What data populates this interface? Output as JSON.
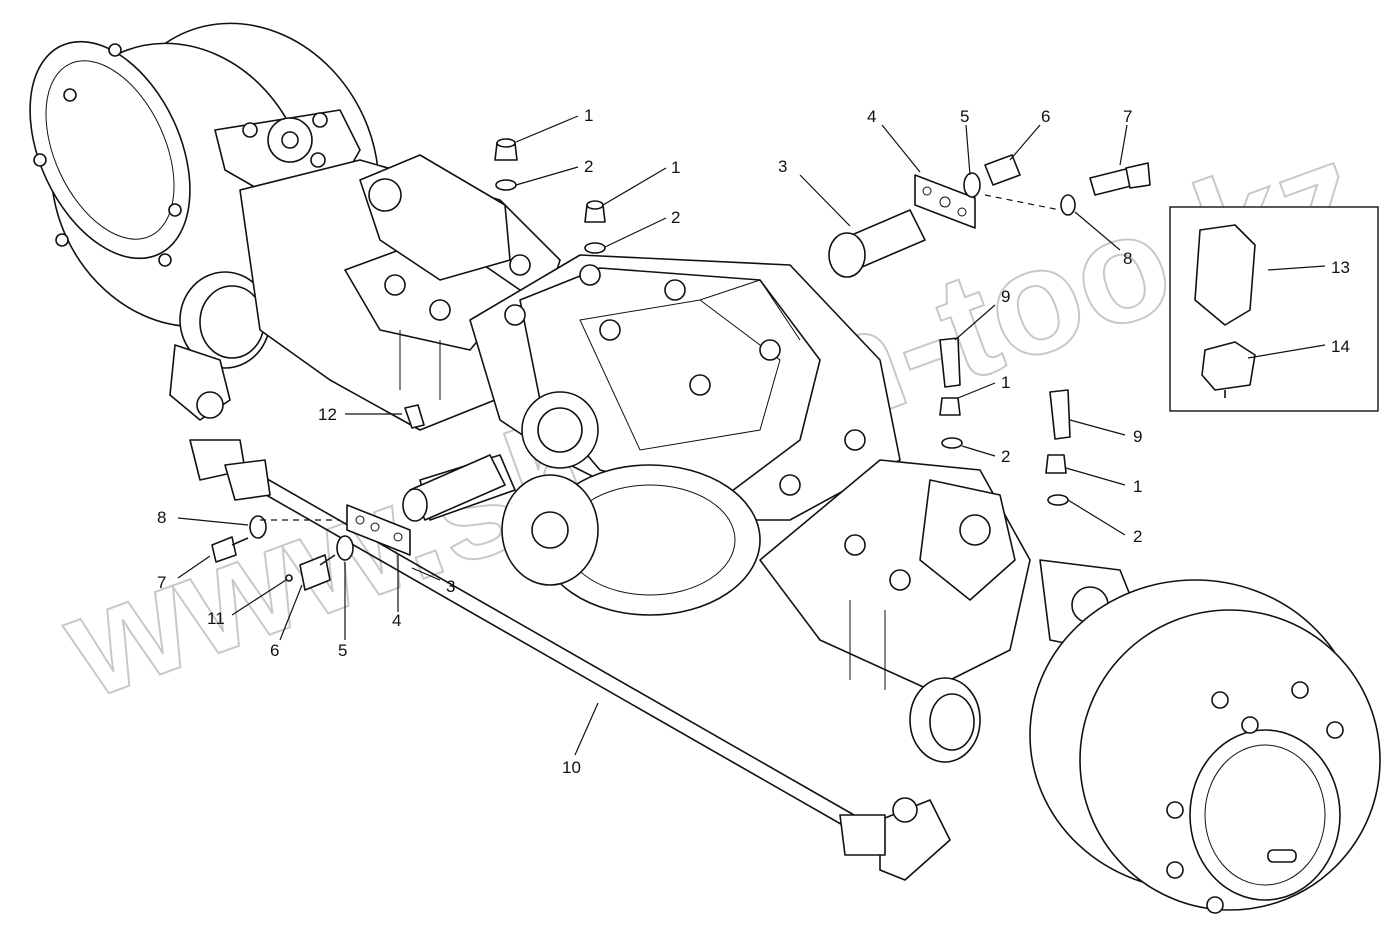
{
  "watermark": "www.shmon-too.kz",
  "callouts": [
    "1",
    "2",
    "1",
    "2",
    "3",
    "4",
    "5",
    "6",
    "7",
    "8",
    "9",
    "1",
    "2",
    "9",
    "1",
    "2",
    "12",
    "8",
    "7",
    "11",
    "6",
    "5",
    "4",
    "3",
    "10",
    "13",
    "14"
  ]
}
